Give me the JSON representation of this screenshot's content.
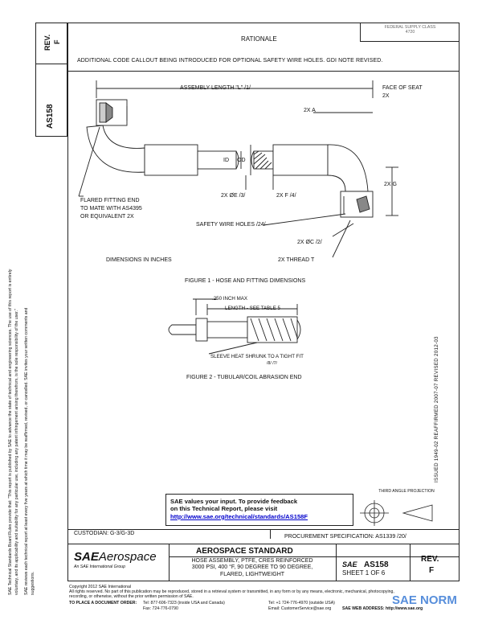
{
  "header": {
    "rev_label": "REV.",
    "rev_value": "F",
    "rationale_label": "RATIONALE",
    "federal_label": "FEDERAL SUPPLY CLASS",
    "federal_value": "4720",
    "rationale_text": "ADDITIONAL CODE CALLOUT BEING INTRODUCED FOR OPTIONAL SAFETY WIRE HOLES. GDI NOTE REVISED."
  },
  "side": {
    "doc_id": "AS158",
    "dates": "ISSUED 1949-02   REAFFIRMED 2007-07   REVISED 2012-03",
    "disclaimer_1": "SAE Technical Standards Board Rules provide that: \"This report is published by SAE to advance the state of technical and engineering sciences. The use of this report is entirely",
    "disclaimer_2": "voluntary, and its applicability and suitability for any particular use, including any patent infringement arising therefrom, is the sole responsibility of the user.\"",
    "disclaimer_3": "SAE reviews each technical report at least every five years at which time it may be reaffirmed, revised, or cancelled. SAE invites your written comments and",
    "disclaimer_4": "suggestions."
  },
  "figure1": {
    "assembly_length": "ASSEMBLY LENGTH \"L\" /1/",
    "face_of_seat": "FACE OF SEAT",
    "face_of_seat_2x": "2X",
    "dim_2xa": "2X A",
    "id_label": "ID",
    "od_label": "OD",
    "dim_2xg": "2X G",
    "dim_2xe": "2X ØE /3/",
    "dim_2xf": "2X F /4/",
    "flared_1": "FLARED FITTING END",
    "flared_2": "TO MATE WITH AS4395",
    "flared_3": "OR EQUIVALENT 2X",
    "safety_wire": "SAFETY WIRE HOLES /24/",
    "dim_2xc": "2X ØC /2/",
    "thread": "2X THREAD T",
    "dimensions_note": "DIMENSIONS IN INCHES",
    "caption": "FIGURE 1 - HOSE AND FITTING DIMENSIONS"
  },
  "figure2": {
    "max_label": ".250 INCH MAX",
    "length_label": "LENGTH - SEE TABLE 5",
    "sleeve_label": "SLEEVE HEAT SHRUNK TO A TIGHT FIT",
    "sleeve_ref": "/8/ /7/",
    "caption": "FIGURE 2 - TUBULAR/COIL ABRASION END"
  },
  "feedback": {
    "line1": "SAE values your input. To provide feedback",
    "line2": "on this Technical Report, please visit",
    "link": "http://www.sae.org/technical/standards/AS158F"
  },
  "third_angle": "THIRD ANGLE PROJECTION",
  "title_block": {
    "custodian": "CUSTODIAN: G-3/G-3D",
    "procurement": "PROCUREMENT SPECIFICATION: AS1339 /20/",
    "logo_sae": "SAE",
    "logo_aero": "Aerospace",
    "logo_sub": "An SAE International Group",
    "standard_title": "AEROSPACE STANDARD",
    "desc_1": "HOSE ASSEMBLY, PTFE, CRES REINFORCED",
    "desc_2": "3000 PSI, 400 °F, 90 DEGREE TO 90 DEGREE,",
    "desc_3": "FLARED, LIGHTWEIGHT",
    "doc_sae": "SAE",
    "doc_id": "AS158",
    "sheet": "SHEET 1 OF 6",
    "rev_label": "REV.",
    "rev_value": "F"
  },
  "footer": {
    "copyright": "Copyright 2012 SAE International",
    "rights_1": "All rights reserved. No part of this publication may be reproduced, stored in a retrieval system or transmitted, in any form or by any means, electronic, mechanical, photocopying,",
    "rights_2": "recording, or otherwise, without the prior written permission of SAE.",
    "order_label": "TO PLACE A DOCUMENT ORDER:",
    "tel_1": "Tel: 877-606-7323 (inside USA and Canada)",
    "tel_2": "Tel: +1 724-776-4970 (outside USA)",
    "fax": "Fax: 724-776-0790",
    "email": "Email: CustomerService@sae.org",
    "web": "SAE WEB ADDRESS: http://www.sae.org",
    "watermark": "SAE NORM"
  },
  "colors": {
    "line": "#222222",
    "link": "#0000cc",
    "watermark": "#3a7bd5"
  }
}
